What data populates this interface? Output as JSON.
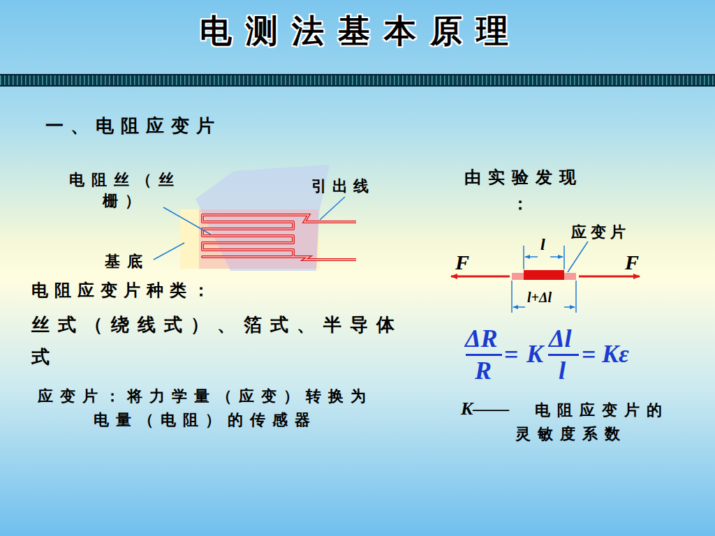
{
  "diagram": {
    "title": "电测法基本原理",
    "labels": [
      "一、电阻应变片",
      "电阻丝（丝栅）",
      "引出线",
      "基底",
      "电阻应变片种类：",
      "丝式（绕线式）、箔式、半导体式",
      "应变片：将力学量（应变）转换为电量（电阻）的传感器",
      "由实验发现：",
      "应变片",
      "l",
      "F",
      "F",
      "l+Δl",
      "ΔR",
      "R",
      "=",
      "K",
      "Δl",
      "l",
      "=",
      "Kε",
      "K——",
      "电阻应变片的灵敏度系数"
    ]
  }
}
